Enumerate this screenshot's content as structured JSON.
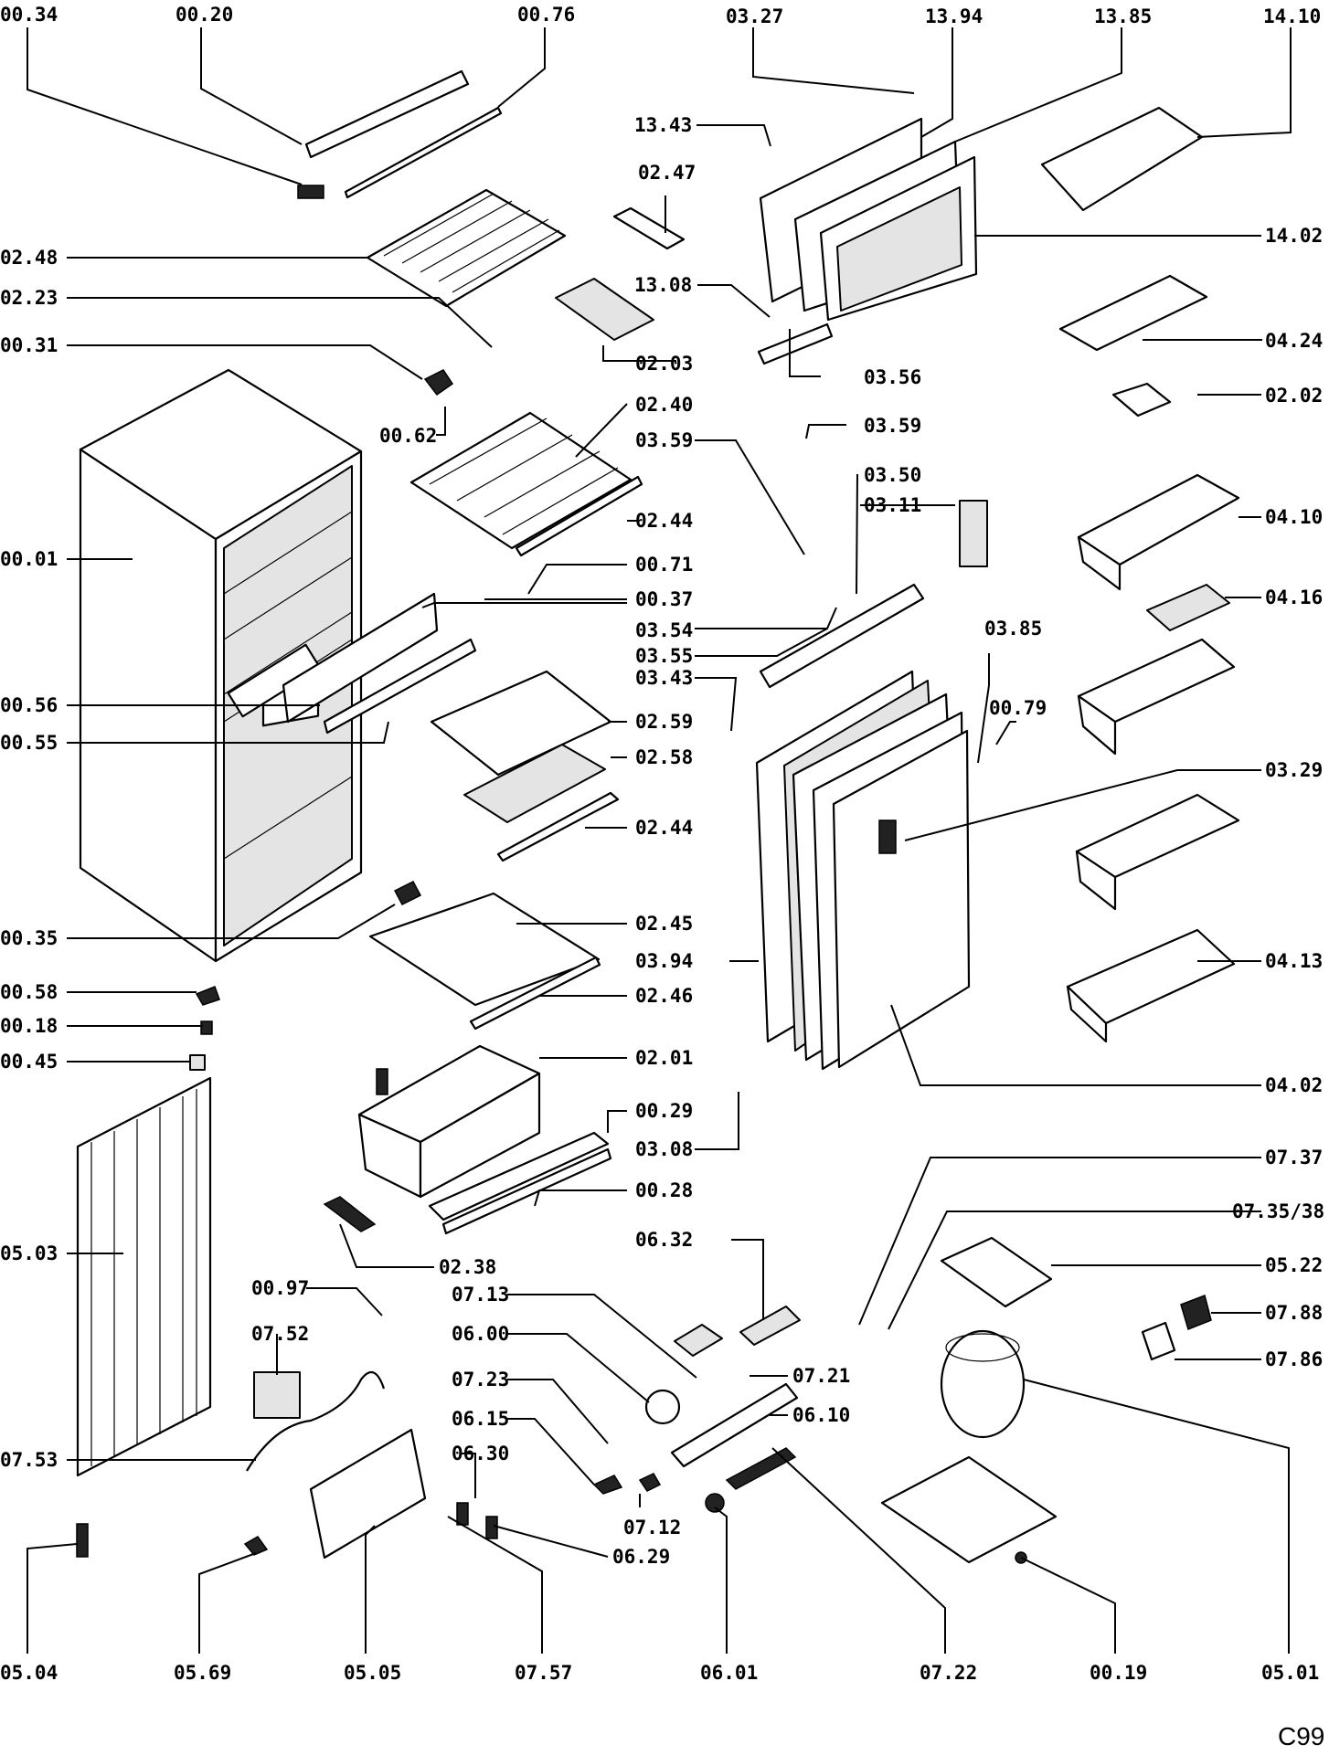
{
  "labels": {
    "l0034": "00.34",
    "l0020": "00.20",
    "l0076": "00.76",
    "l0327": "03.27",
    "l1394": "13.94",
    "l1385": "13.85",
    "l1410": "14.10",
    "l1343": "13.43",
    "l0247": "02.47",
    "l0248": "02.48",
    "l1402": "14.02",
    "l1308": "13.08",
    "l0223": "02.23",
    "l0424": "04.24",
    "l0031": "00.31",
    "l0203": "02.03",
    "l0356": "03.56",
    "l0202": "02.02",
    "l0062": "00.62",
    "l0240": "02.40",
    "l0359a": "03.59",
    "l0359b": "03.59",
    "l0350": "03.50",
    "l0311": "03.11",
    "l0410": "04.10",
    "l0244a": "02.44",
    "l0001": "00.01",
    "l0071": "00.71",
    "l0037": "00.37",
    "l0416": "04.16",
    "l0354": "03.54",
    "l0385": "03.85",
    "l0355": "03.55",
    "l0343": "03.43",
    "l0056": "00.56",
    "l0259": "02.59",
    "l0079": "00.79",
    "l0055": "00.55",
    "l0258": "02.58",
    "l0329": "03.29",
    "l0244b": "02.44",
    "l0245": "02.45",
    "l0035": "00.35",
    "l0394": "03.94",
    "l0413": "04.13",
    "l0058": "00.58",
    "l0246": "02.46",
    "l0018": "00.18",
    "l0045": "00.45",
    "l0201": "02.01",
    "l0402": "04.02",
    "l0029": "00.29",
    "l0308": "03.08",
    "l0737": "07.37",
    "l0028": "00.28",
    "l07358": "07.35/38",
    "l0503": "05.03",
    "l0238": "02.38",
    "l0632": "06.32",
    "l0522": "05.22",
    "l0097": "00.97",
    "l0713": "07.13",
    "l0788": "07.88",
    "l0752": "07.52",
    "l0600": "06.00",
    "l0786": "07.86",
    "l0721": "07.21",
    "l0723": "07.23",
    "l0610": "06.10",
    "l0615": "06.15",
    "l0753": "07.53",
    "l0630": "06.30",
    "l0712": "07.12",
    "l0629": "06.29",
    "l0504": "05.04",
    "l0569": "05.69",
    "l0505": "05.05",
    "l0757": "07.57",
    "l0601": "06.01",
    "l0722": "07.22",
    "l0019": "00.19",
    "l0501": "05.01"
  },
  "footer": {
    "code": "C99"
  }
}
